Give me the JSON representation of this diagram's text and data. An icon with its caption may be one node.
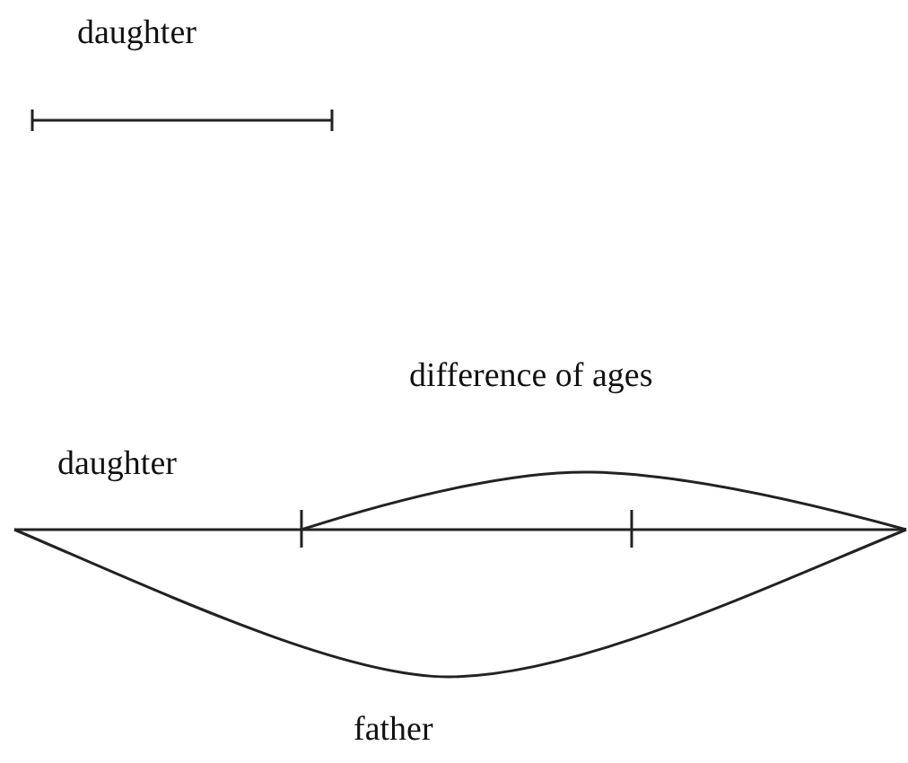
{
  "diagram": {
    "labels": [
      "daughter",
      "difference of ages",
      "daughter",
      "father"
    ]
  }
}
